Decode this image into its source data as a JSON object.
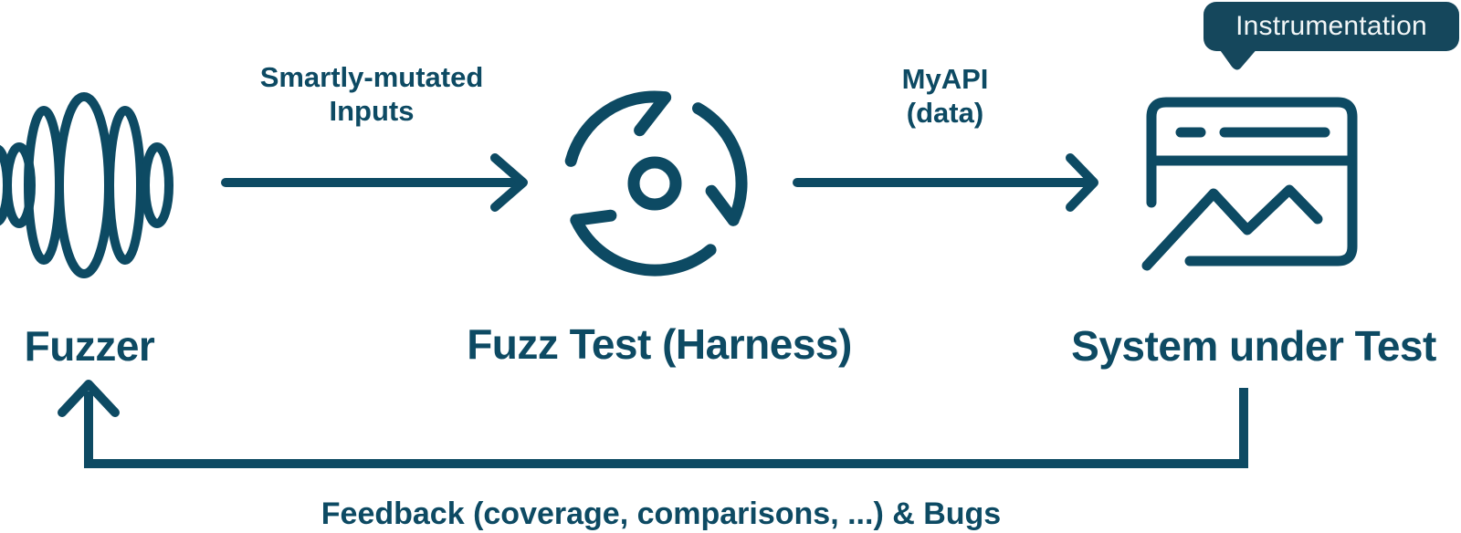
{
  "colors": {
    "ink": "#0D4A63",
    "badge_bg": "#15475C",
    "badge_text": "#F2F6F7",
    "background": "#FFFFFF"
  },
  "nodes": {
    "fuzzer": {
      "label": "Fuzzer",
      "icon": "soundwave-icon"
    },
    "harness": {
      "label": "Fuzz Test (Harness)",
      "icon": "rotating-arrows-icon"
    },
    "sut": {
      "label": "System under Test",
      "icon": "browser-window-icon",
      "badge": "Instrumentation"
    }
  },
  "edges": {
    "fuzzer_to_harness": {
      "line1": "Smartly-mutated",
      "line2": "Inputs"
    },
    "harness_to_sut": {
      "line1": "MyAPI",
      "line2": "(data)"
    },
    "feedback": {
      "label": "Feedback (coverage, comparisons, ...) & Bugs"
    }
  }
}
